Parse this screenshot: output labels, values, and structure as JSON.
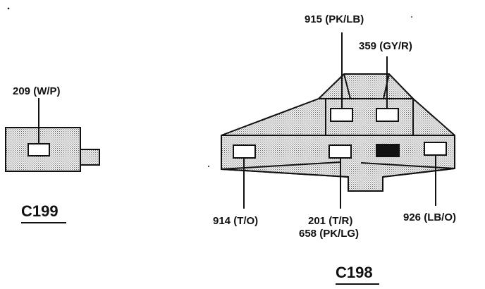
{
  "connectors": [
    {
      "id": "C199",
      "title": "C199",
      "wires": [
        {
          "circuit": "209 (W/P)"
        }
      ]
    },
    {
      "id": "C198",
      "title": "C198",
      "wires": [
        {
          "circuit": "915 (PK/LB)"
        },
        {
          "circuit": "359 (GY/R)"
        },
        {
          "circuit": "914 (T/O)"
        },
        {
          "circuit": "201 (T/R)"
        },
        {
          "circuit": "658 (PK/LG)"
        },
        {
          "circuit": "926 (LB/O)"
        }
      ]
    }
  ],
  "colors": {
    "line": "#111111",
    "fill_dots": "#9a9a9a",
    "background": "#ffffff"
  }
}
